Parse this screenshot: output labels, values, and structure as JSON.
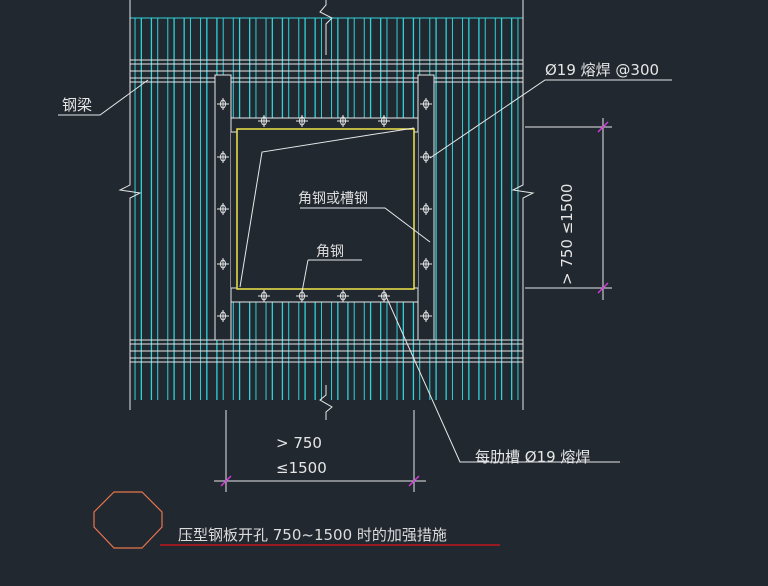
{
  "colors": {
    "background": "#212830",
    "deck_rib": "#2fd3d8",
    "beam_line": "#e8e8e8",
    "opening": "#f2e64a",
    "bolt_mark": "#e6e6e6",
    "dim_tick": "#d23ad9",
    "title_underline": "#c0151b",
    "octagon": "#e8754c",
    "text": "#e6e6e6"
  },
  "labels": {
    "steel_beam": "钢梁",
    "weld_spec": "Ø19  熔焊 @300",
    "angle_or_channel": "角钢或槽钢",
    "angle_steel": "角钢",
    "rib_weld": "每肋槽  Ø19   熔焊",
    "dim_right": "> 750   ≤1500",
    "dim_bottom_1": "> 750",
    "dim_bottom_2": "≤1500",
    "title": "压型钢板开孔 750~1500 时的加强措施"
  }
}
